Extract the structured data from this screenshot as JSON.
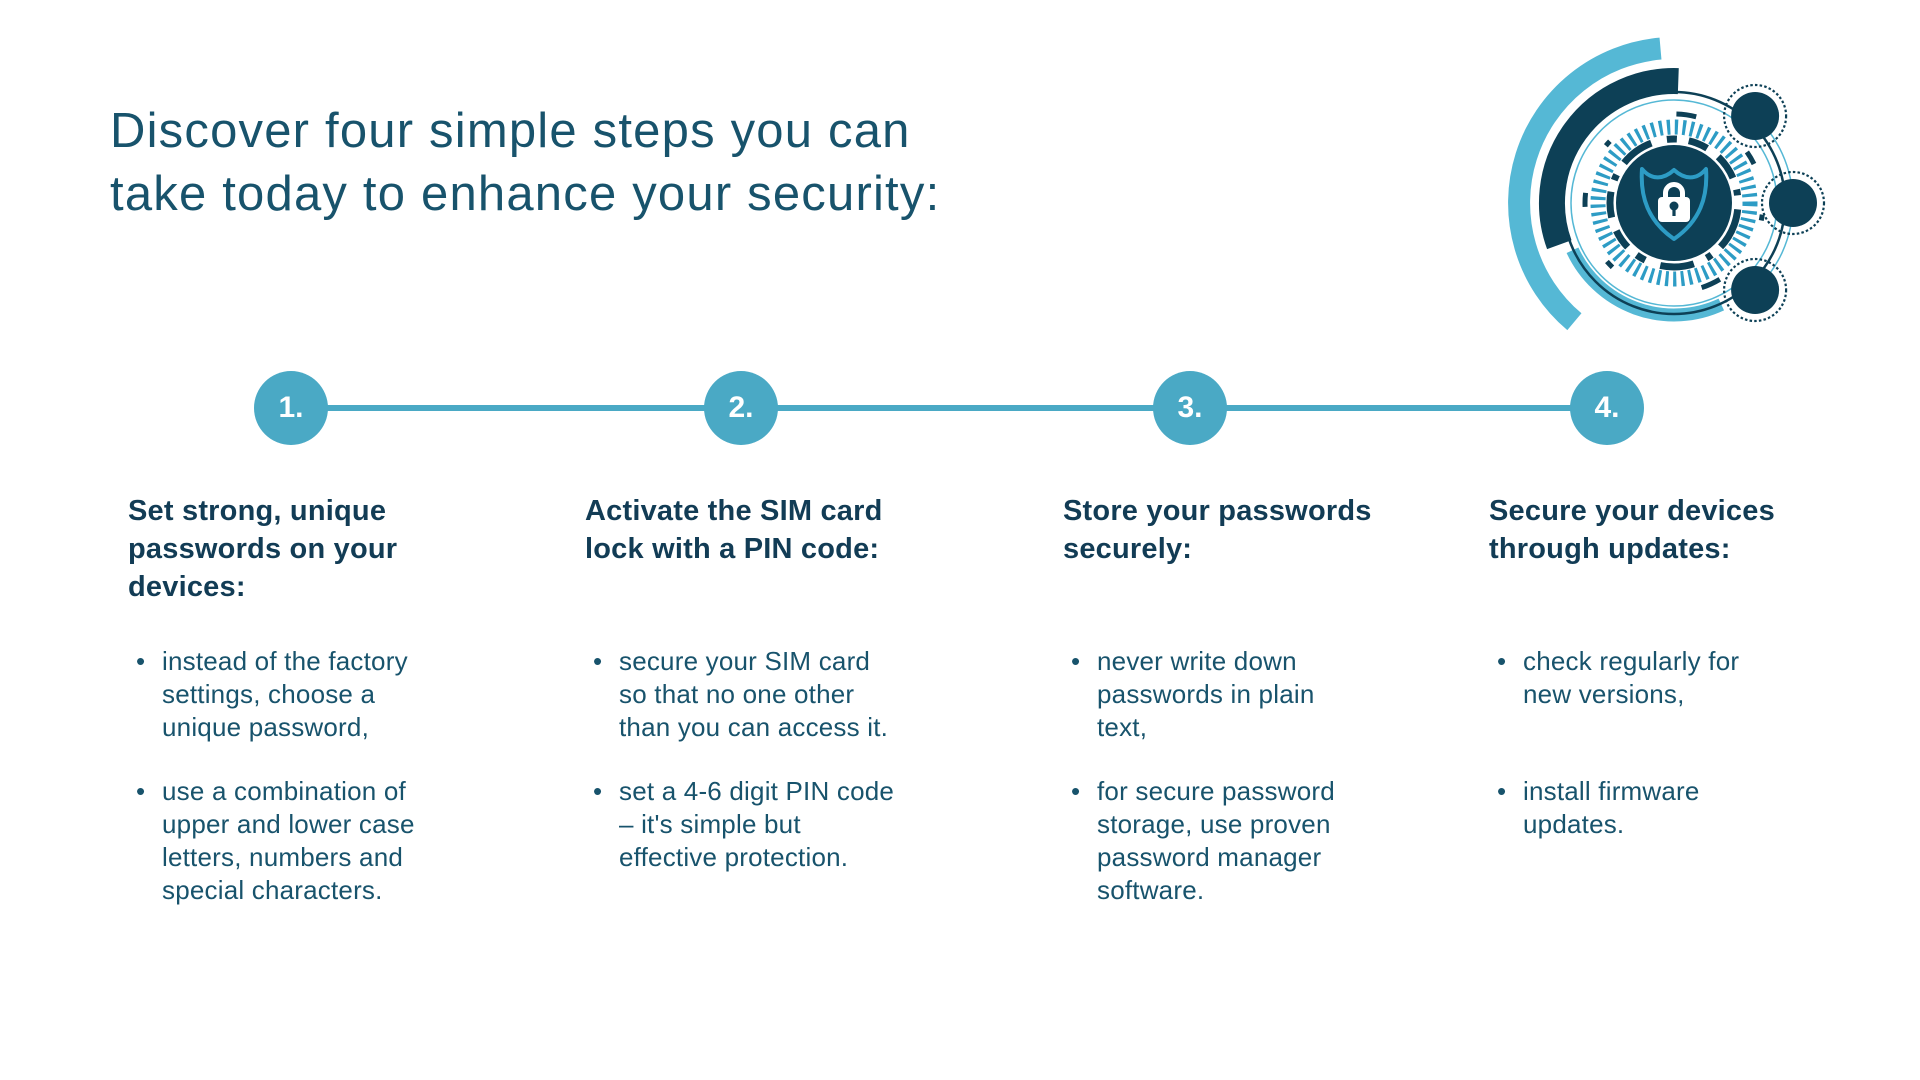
{
  "colors": {
    "accent": "#4AA9C5",
    "heading_navy": "#123C55",
    "body_teal": "#18536C",
    "logo_dark": "#0D4056",
    "logo_blue": "#2D9CC5",
    "logo_light": "#55B8D5",
    "white": "#FFFFFF"
  },
  "header": {
    "title_lines": [
      "Discover four simple steps you can",
      "take today to enhance your security:"
    ]
  },
  "icons": {
    "bullet": "•",
    "logo": "shield-lock-security-emblem"
  },
  "timeline": {
    "steps": [
      "1.",
      "2.",
      "3.",
      "4."
    ]
  },
  "columns": [
    {
      "heading": "Set strong, unique passwords on your devices:",
      "bullets": [
        "instead of the factory settings, choose a unique password,",
        "use a combination of upper and lower case letters, numbers and special characters."
      ]
    },
    {
      "heading": "Activate the SIM card lock with a PIN code:",
      "bullets": [
        "secure your SIM card so that no one other than you can access it.",
        "set a 4-6 digit PIN code – it's simple but effective protection."
      ]
    },
    {
      "heading": "Store your passwords securely:",
      "bullets": [
        "never write down passwords in plain text,",
        "for secure password storage, use proven password manager software."
      ]
    },
    {
      "heading": "Secure your devices through updates:",
      "bullets": [
        "check regularly for new versions,",
        "install firmware updates."
      ]
    }
  ]
}
